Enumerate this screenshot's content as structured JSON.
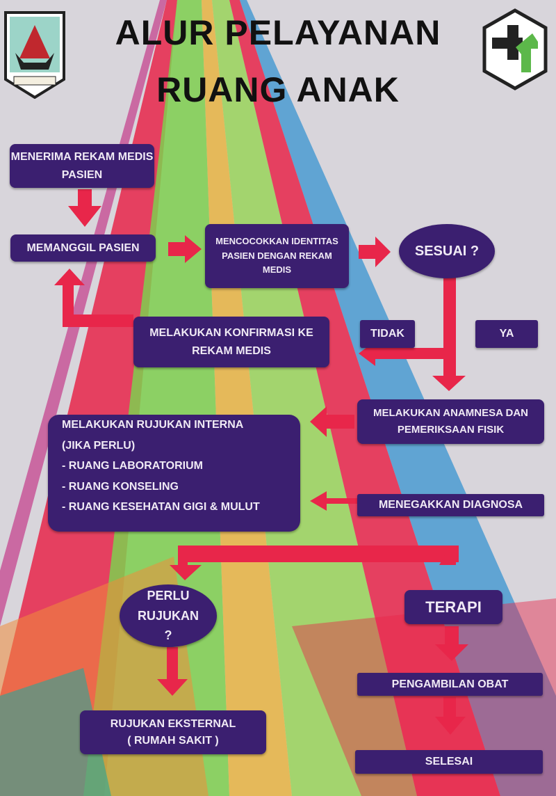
{
  "title": {
    "line1": "ALUR PELAYANAN",
    "line2": "RUANG ANAK"
  },
  "steps": {
    "menerima": "MENERIMA REKAM MEDIS PASIEN",
    "memanggil": "MEMANGGIL PASIEN",
    "mencocokkan": "MENCOCOKKAN IDENTITAS PASIEN DENGAN REKAM MEDIS",
    "sesuai": "SESUAI ?",
    "konfirmasi": "MELAKUKAN KONFIRMASI KE REKAM MEDIS",
    "tidak": "TIDAK",
    "ya": "YA",
    "anamnesa": "MELAKUKAN ANAMNESA DAN PEMERIKSAAN FISIK",
    "rujukan_interna": {
      "line1": "MELAKUKAN RUJUKAN INTERNA",
      "line2": "(JIKA PERLU)",
      "items": [
        "- RUANG LABORATORIUM",
        "- RUANG KONSELING",
        "- RUANG KESEHATAN GIGI & MULUT"
      ]
    },
    "diagnosa": "MENEGAKKAN DIAGNOSA",
    "perlu_rujukan": "PERLU RUJUKAN ?",
    "terapi": "TERAPI",
    "pengambilan_obat": "PENGAMBILAN OBAT",
    "rujukan_eksternal": {
      "line1": "RUJUKAN EKSTERNAL",
      "line2": "( RUMAH SAKIT )"
    },
    "selesai": "SELESAI"
  },
  "colors": {
    "box": "#3b1f70",
    "arrow": "#e8264a",
    "background": "#d8d5db"
  }
}
